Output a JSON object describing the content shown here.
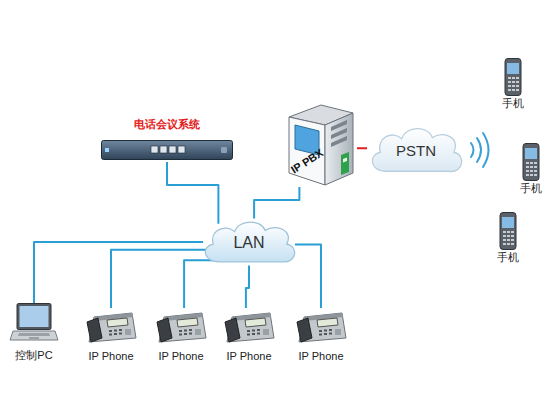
{
  "diagram": {
    "nodes": [
      {
        "text": [
          "电话会议系统"
        ]
      },
      {
        "text": [
          "IP PBX"
        ]
      },
      {
        "text": [
          "PSTN"
        ]
      },
      {
        "text": [
          "手机"
        ]
      },
      {
        "text": [
          "手机"
        ]
      },
      {
        "text": [
          "手机"
        ]
      },
      {
        "text": [
          "LAN"
        ]
      },
      {
        "text": [
          "控制PC"
        ]
      },
      {
        "text": [
          "IP Phone"
        ]
      },
      {
        "text": [
          "IP Phone"
        ]
      },
      {
        "text": [
          "IP Phone"
        ]
      },
      {
        "text": [
          "IP Phone"
        ]
      }
    ],
    "edges": [
      {
        "from": 0,
        "to": 6,
        "arrow": "none"
      },
      {
        "from": 1,
        "to": 6,
        "arrow": "none"
      },
      {
        "from": 1,
        "to": 2,
        "arrow": "none"
      },
      {
        "from": 6,
        "to": 7,
        "arrow": "none"
      },
      {
        "from": 6,
        "to": 8,
        "arrow": "none"
      },
      {
        "from": 6,
        "to": 9,
        "arrow": "none"
      },
      {
        "from": 6,
        "to": 10,
        "arrow": "none"
      },
      {
        "from": 6,
        "to": 11,
        "arrow": "none"
      }
    ]
  }
}
